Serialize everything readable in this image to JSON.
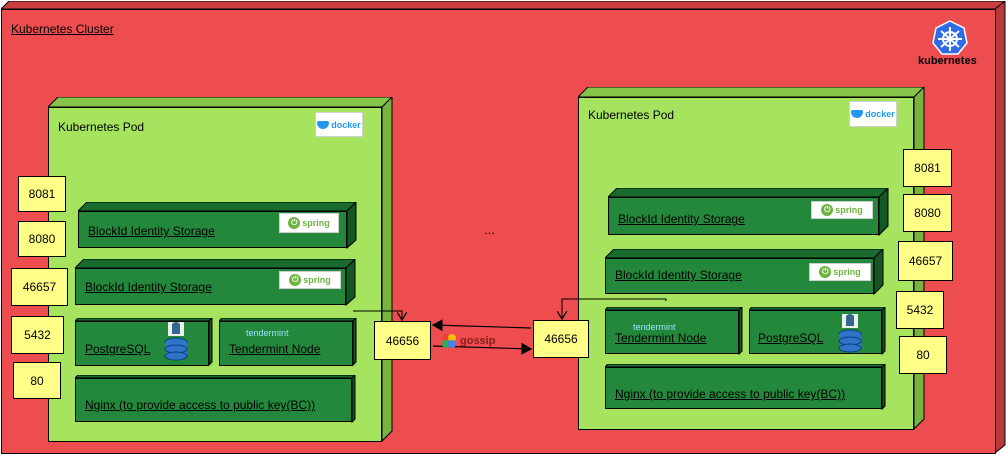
{
  "cluster": {
    "title": "Kubernetes Cluster",
    "logo_text": "kubernetes",
    "icon": "kubernetes-helm-icon"
  },
  "ellipsis": "...",
  "left_pod": {
    "title": "Kubernetes Pod",
    "logo": "docker",
    "ports": [
      "8081",
      "8080",
      "46657",
      "5432",
      "80"
    ],
    "components": {
      "storage1": "BlockId Identity Storage",
      "storage2": "BlockId Identity Storage",
      "postgres": "PostgreSQL",
      "tendermint": "Tendermint Node",
      "nginx": "Nginx (to provide access to public key(BC))"
    },
    "p2p_port": "46656"
  },
  "right_pod": {
    "title": "Kubernetes Pod",
    "logo": "docker",
    "ports": [
      "8081",
      "8080",
      "46657",
      "5432",
      "80"
    ],
    "components": {
      "storage1": "BlockId Identity Storage",
      "storage2": "BlockId Identity Storage",
      "postgres": "PostgreSQL",
      "tendermint": "Tendermint Node",
      "nginx": "Nginx (to provide access to public key(BC))"
    },
    "p2p_port": "46656"
  },
  "logos": {
    "spring": "spring",
    "docker": "docker",
    "tendermint": "tendermint",
    "gossip": "gossip"
  },
  "colors": {
    "cluster": "#ee4d4f",
    "pod": "#a6e35f",
    "component": "#23883b",
    "port": "#ffff88",
    "kubernetes_blue": "#326ce5"
  }
}
